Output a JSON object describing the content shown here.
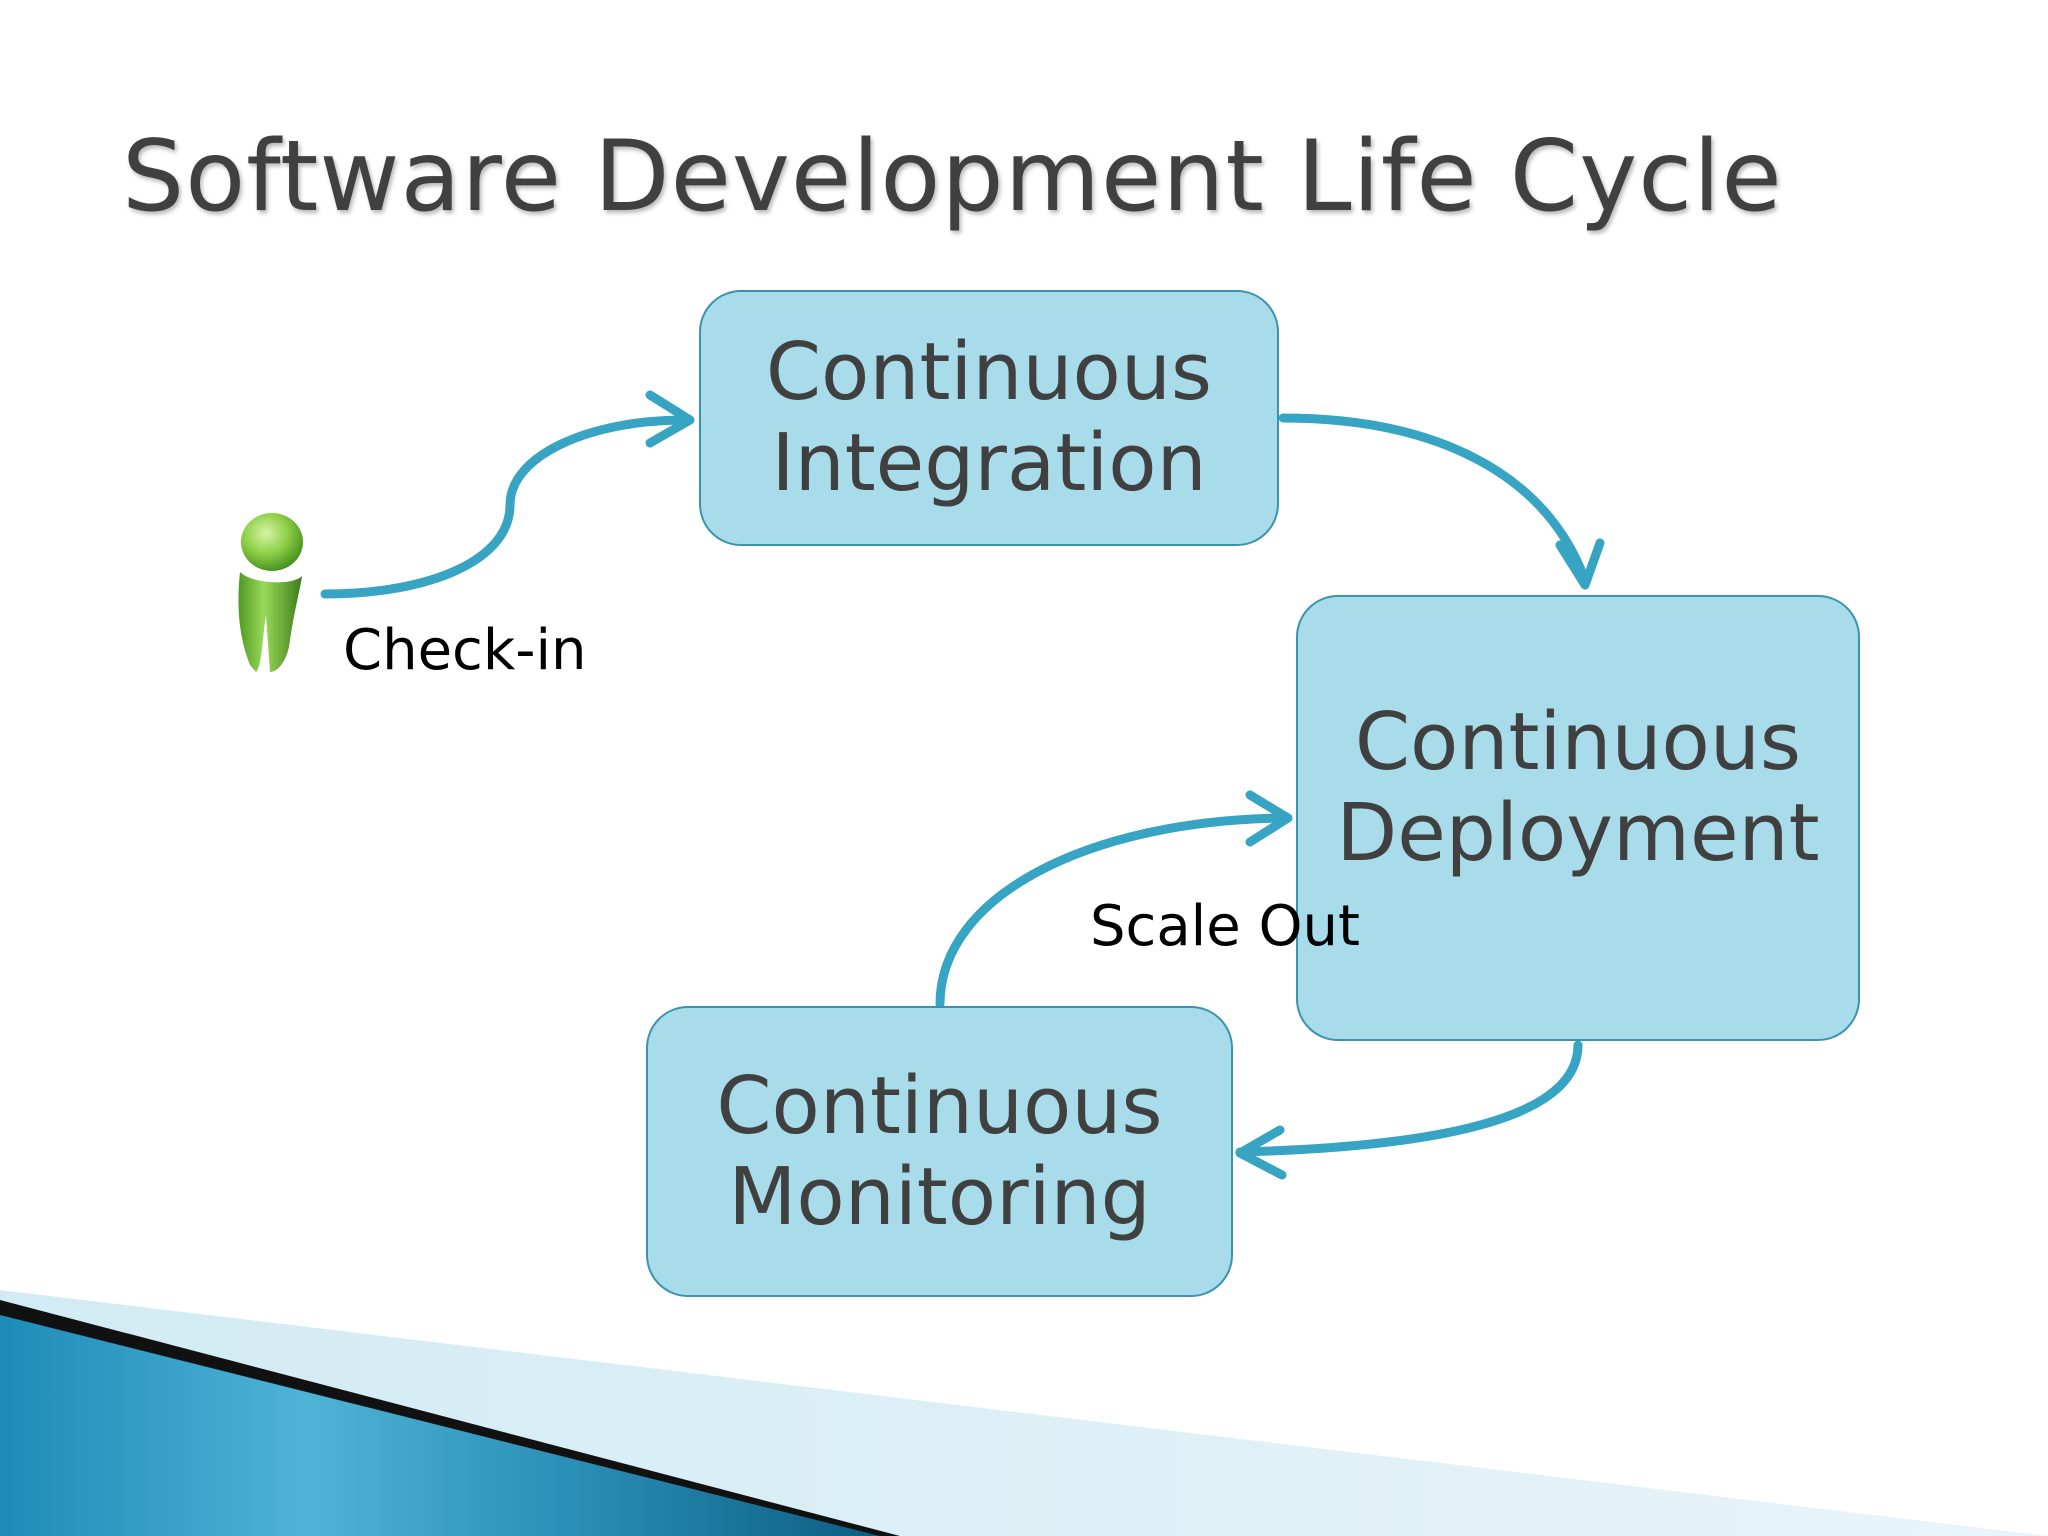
{
  "title": "Software Development Life Cycle",
  "nodes": {
    "ci": {
      "line1": "Continuous",
      "line2": "Integration"
    },
    "cd": {
      "line1": "Continuous",
      "line2": "Deployment"
    },
    "cm": {
      "line1": "Continuous",
      "line2": "Monitoring"
    }
  },
  "edges": {
    "checkin": "Check-in",
    "scaleout": "Scale Out"
  },
  "colors": {
    "node_fill": "#a8dceb",
    "node_border": "#3c93ad",
    "arrow": "#36a4c2",
    "person": "#7cc242",
    "title_text": "#404040",
    "accent_band": "#1d7fa6"
  },
  "icons": {
    "person": "person-icon"
  }
}
